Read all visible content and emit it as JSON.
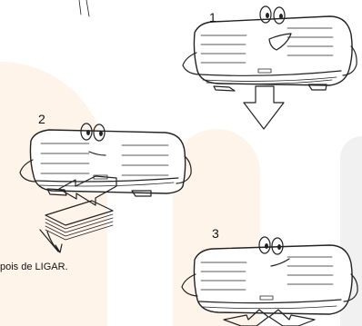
{
  "steps": {
    "step1": "1",
    "step2": "2",
    "step3": "3"
  },
  "caption": "pois de LIGAR.",
  "colors": {
    "background": "#ffffff",
    "accent_background": "#fff4ea",
    "line": "#222222"
  }
}
